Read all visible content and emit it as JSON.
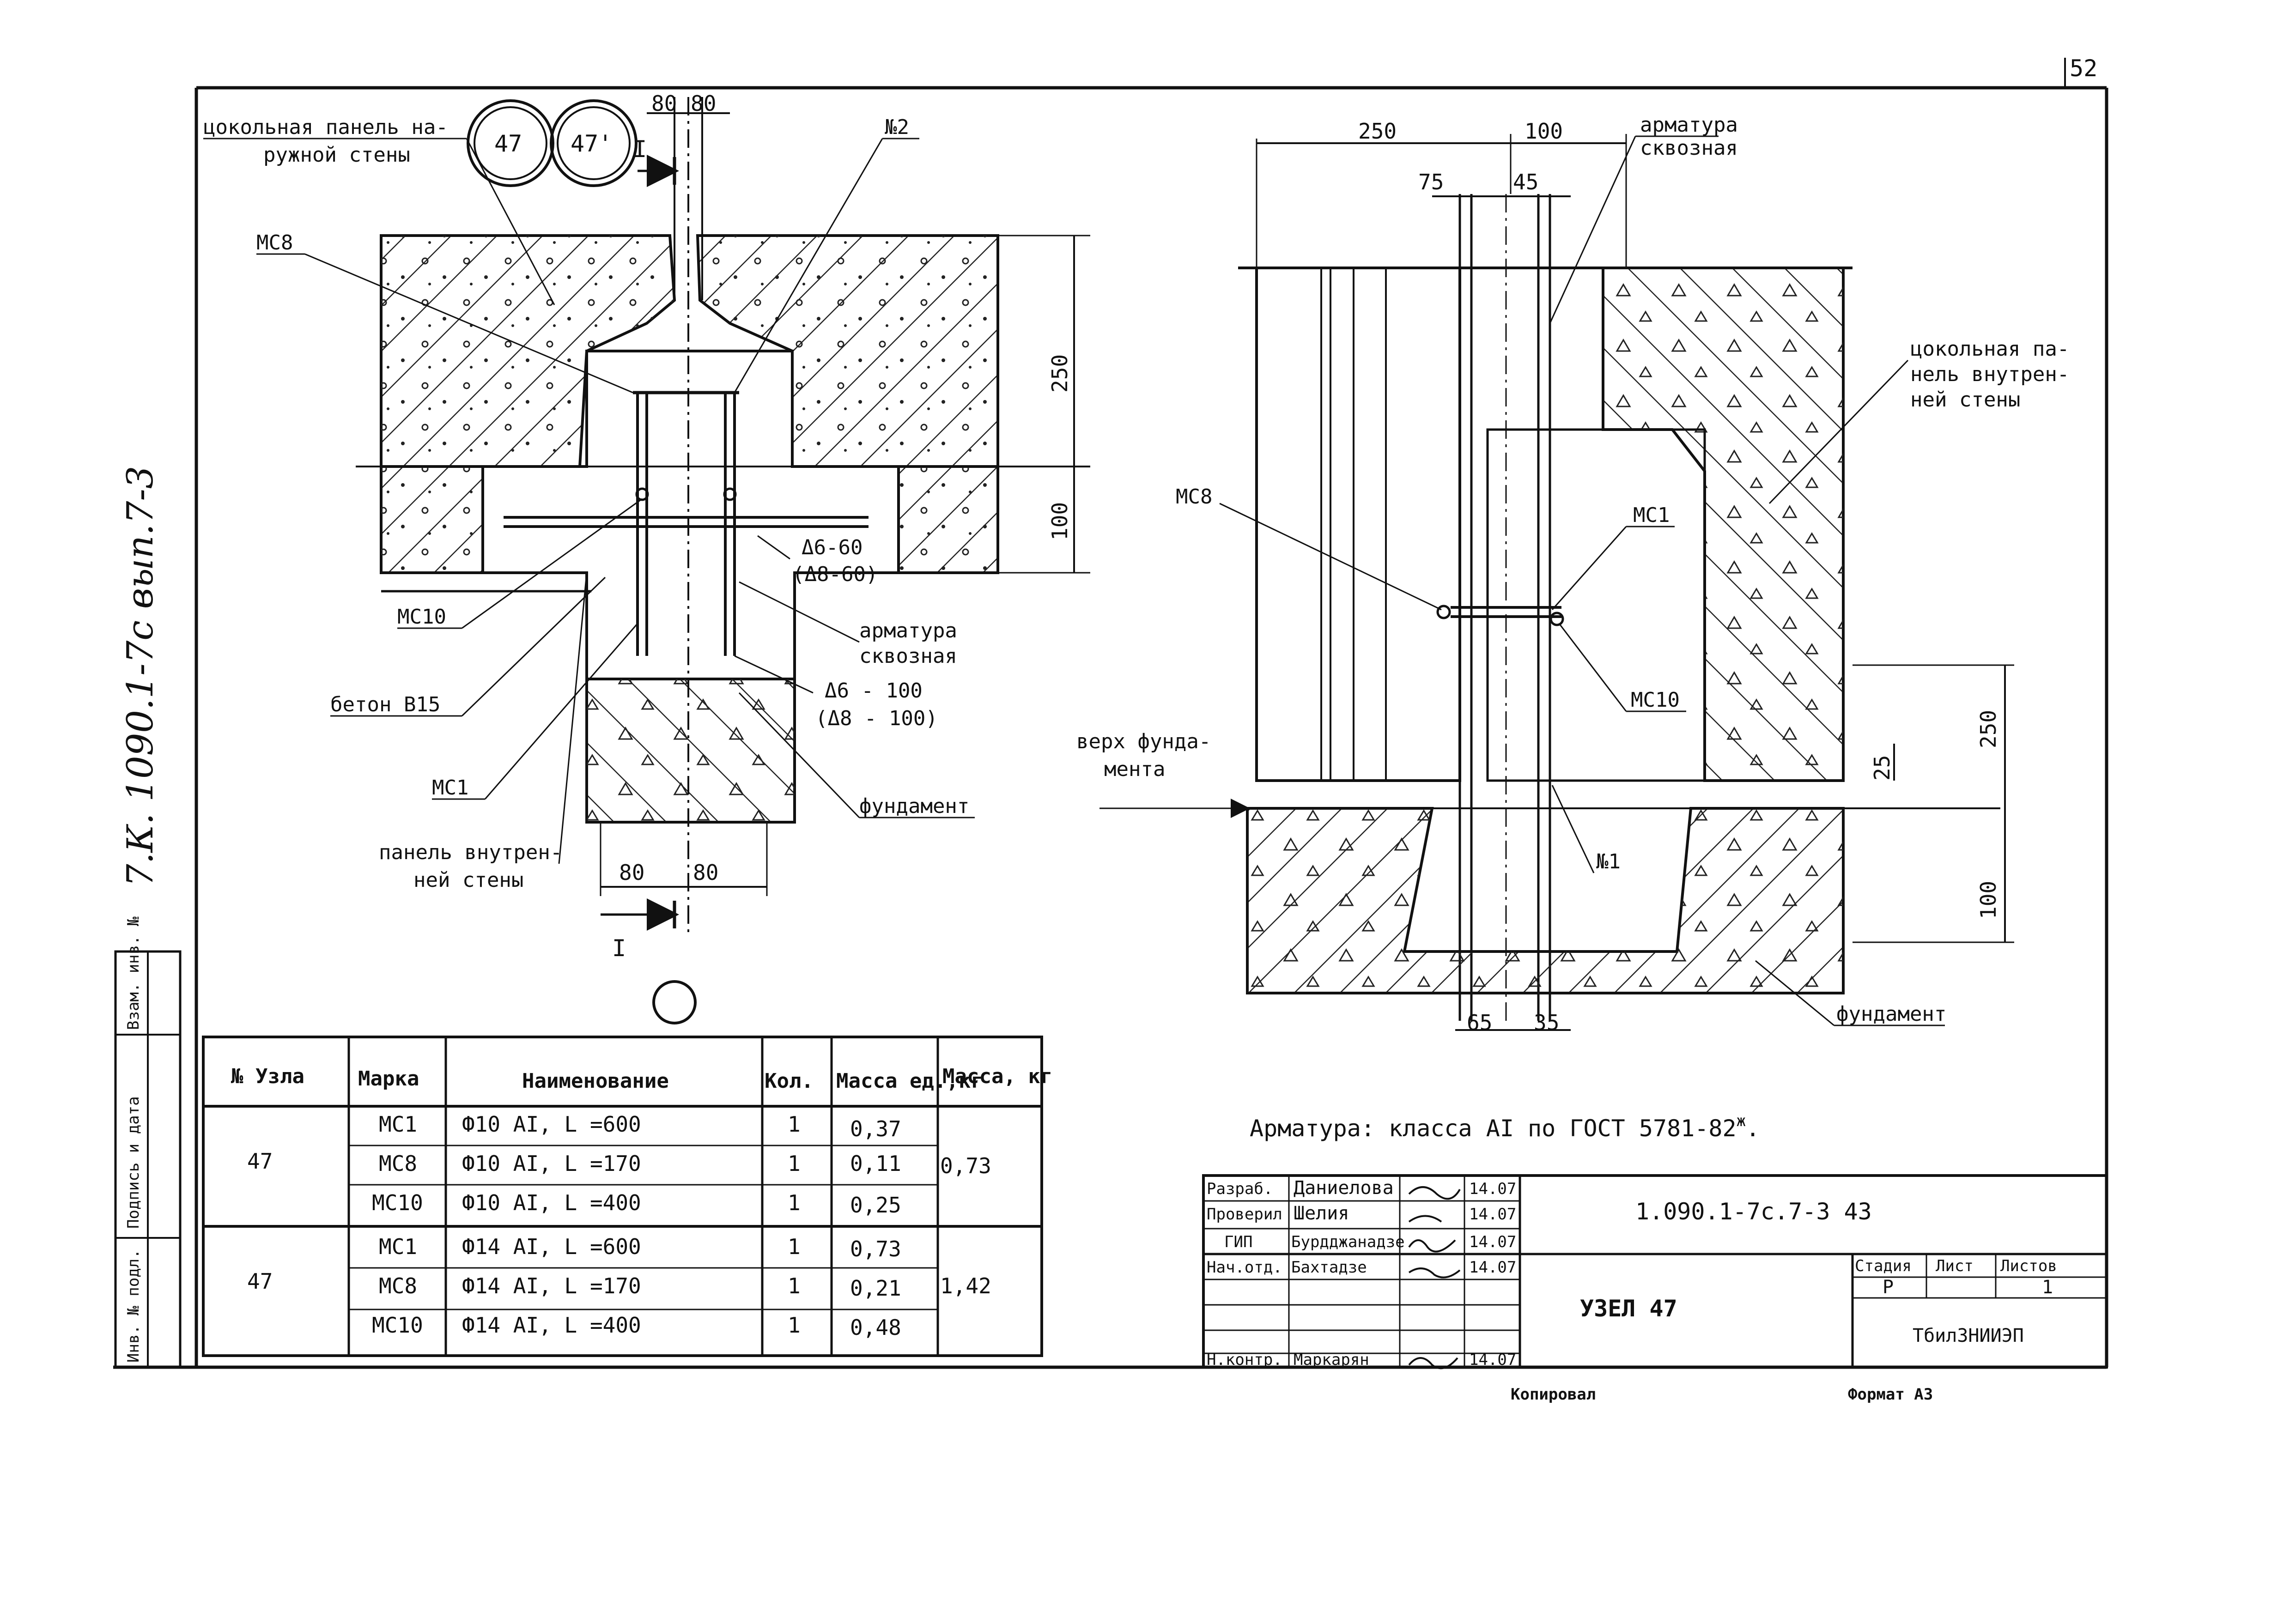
{
  "page_number": "52",
  "margin_code": "7.К. 1090.1-7с вып.7-3",
  "margin_stamp": [
    "Инв. № подл.",
    "Подпись и дата",
    "Взам. инв. №"
  ],
  "left_view": {
    "labels": {
      "plinth_outer": [
        "цокольная панель на-",
        "ружной стены"
      ],
      "mc8": "МС8",
      "n2": "№2",
      "mc10": "МС10",
      "concrete": "бетон В15",
      "mc1": "МС1",
      "inner_panel": [
        "панель внутрен-",
        "ней стены"
      ],
      "through_rebar": [
        "арматура",
        "сквозная"
      ],
      "weld1": [
        "Δ6-60",
        "(Δ8-60)"
      ],
      "weld2": [
        "Δ6 - 100",
        "(Δ8 - 100)"
      ],
      "foundation": "фундамент",
      "section_mark": "I",
      "circle1": "47",
      "circle2": "47'"
    },
    "dims": {
      "top_a": "80",
      "top_b": "80",
      "bottom_a": "80",
      "bottom_b": "80",
      "right_upper": "250",
      "right_lower": "100"
    }
  },
  "right_view": {
    "labels": {
      "through_rebar": [
        "арматура",
        "сквозная"
      ],
      "plinth_inner": [
        "цокольная па-",
        "нель внутрен-",
        "ней стены"
      ],
      "mc8": "МС8",
      "mc1": "МС1",
      "mc10": "МС10",
      "foundation_top": [
        "верх фунда-",
        "мента"
      ],
      "n1": "№1",
      "foundation": "фундамент"
    },
    "dims": {
      "top_250": "250",
      "top_100": "100",
      "d75": "75",
      "d45": "45",
      "right_250": "250",
      "right_100": "100",
      "d25": "25",
      "bottom_65": "65",
      "bottom_35": "35"
    }
  },
  "rebar_note": "Арматура: класса АI по ГОСТ 5781-82",
  "rebar_note_sup": "ж",
  "spec_table": {
    "headers": [
      "№ Узла",
      "Марка",
      "Наименование",
      "Кол.",
      "Масса ед.,кг",
      "Масса, кг"
    ],
    "groups": [
      {
        "node": "47",
        "total": "0,73",
        "rows": [
          {
            "mark": "МС1",
            "name": "Ф10 АI, L =600",
            "qty": "1",
            "unit_mass": "0,37"
          },
          {
            "mark": "МС8",
            "name": "Ф10 АI, L =170",
            "qty": "1",
            "unit_mass": "0,11"
          },
          {
            "mark": "МС10",
            "name": "Ф10 АI, L =400",
            "qty": "1",
            "unit_mass": "0,25"
          }
        ]
      },
      {
        "node": "47",
        "total": "1,42",
        "rows": [
          {
            "mark": "МС1",
            "name": "Ф14 АI, L =600",
            "qty": "1",
            "unit_mass": "0,73"
          },
          {
            "mark": "МС8",
            "name": "Ф14 АI, L =170",
            "qty": "1",
            "unit_mass": "0,21"
          },
          {
            "mark": "МС10",
            "name": "Ф14 АI, L =400",
            "qty": "1",
            "unit_mass": "0,48"
          }
        ]
      }
    ]
  },
  "title_block": {
    "roles": [
      "Разраб.",
      "Проверил",
      "ГИП",
      "Нач.отд.",
      "",
      "",
      "Н.контр."
    ],
    "names": [
      "Даниелова",
      "Шелия",
      "Бурдджанадзе",
      "Бахтадзе",
      "",
      "",
      "Маркарян"
    ],
    "dates": [
      "14.07",
      "14.07",
      "14.07",
      "14.07",
      "",
      "",
      "14.07"
    ],
    "doc_code": "1.090.1-7с.7-3  43",
    "title": "УЗЕЛ 47",
    "stage_label": "Стадия",
    "sheet_label": "Лист",
    "sheets_label": "Листов",
    "stage": "Р",
    "sheets": "1",
    "org": "ТбилЗНИИЭП"
  },
  "footer": {
    "copied": "Копировал",
    "format": "Формат А3"
  }
}
